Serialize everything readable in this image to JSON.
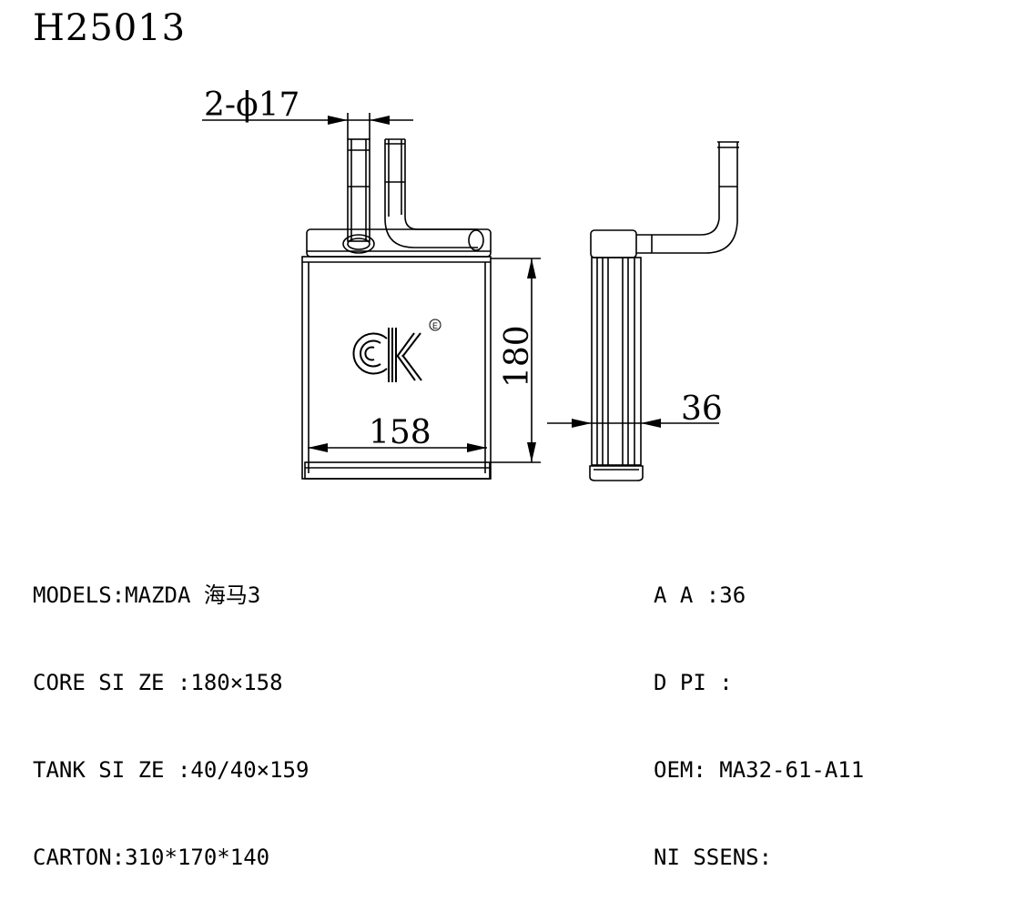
{
  "title": "H25013",
  "drawing": {
    "logo_text": "CK",
    "logo_mark": "E",
    "dim_pipe": "2-ϕ17",
    "dim_width": "158",
    "dim_height": "180",
    "dim_depth": "36"
  },
  "specs_left": [
    "MODELS:MAZDA 海马3",
    "CORE SI ZE :180×158",
    "TANK SI ZE :40/40×159",
    "CARTON:310*170*140"
  ],
  "specs_right": [
    "A A :36",
    "D PI :",
    "OEM: MA32-61-A11",
    "NI SSENS:"
  ]
}
